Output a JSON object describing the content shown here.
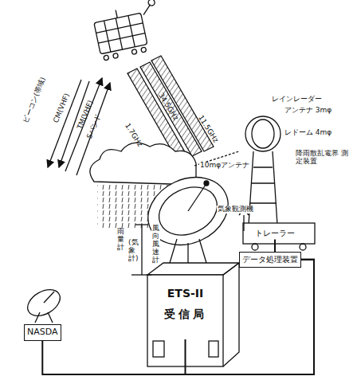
{
  "diagram": {
    "nodes": [
      {
        "text": [
          "トレーラー"
        ]
      },
      {
        "text": [
          "データ処理装置"
        ]
      },
      {
        "text": [
          "ETS-II",
          "受信局"
        ]
      },
      {
        "text": [
          "NASDA"
        ]
      }
    ],
    "edges": [
      {
        "from": 0,
        "to": 1,
        "arrow": "none"
      },
      {
        "from": 2,
        "to": 1,
        "arrow": "none"
      },
      {
        "from": 3,
        "to": 1,
        "arrow": "none"
      }
    ],
    "labels": [
      "CM(VHF)",
      "TM(VHF)",
      "ビーコン(帯域)",
      "Sバンド",
      "34.5GHz",
      "11.5GHz",
      "1.7GHz",
      "10mφアンテナ",
      "レインレーダー",
      "アンテナ 3mφ",
      "レドーム 4mφ",
      "降雨散乱電界 測定装置",
      "気象観測機",
      "雨量計",
      "(気象計)",
      "風向風速計"
    ]
  }
}
